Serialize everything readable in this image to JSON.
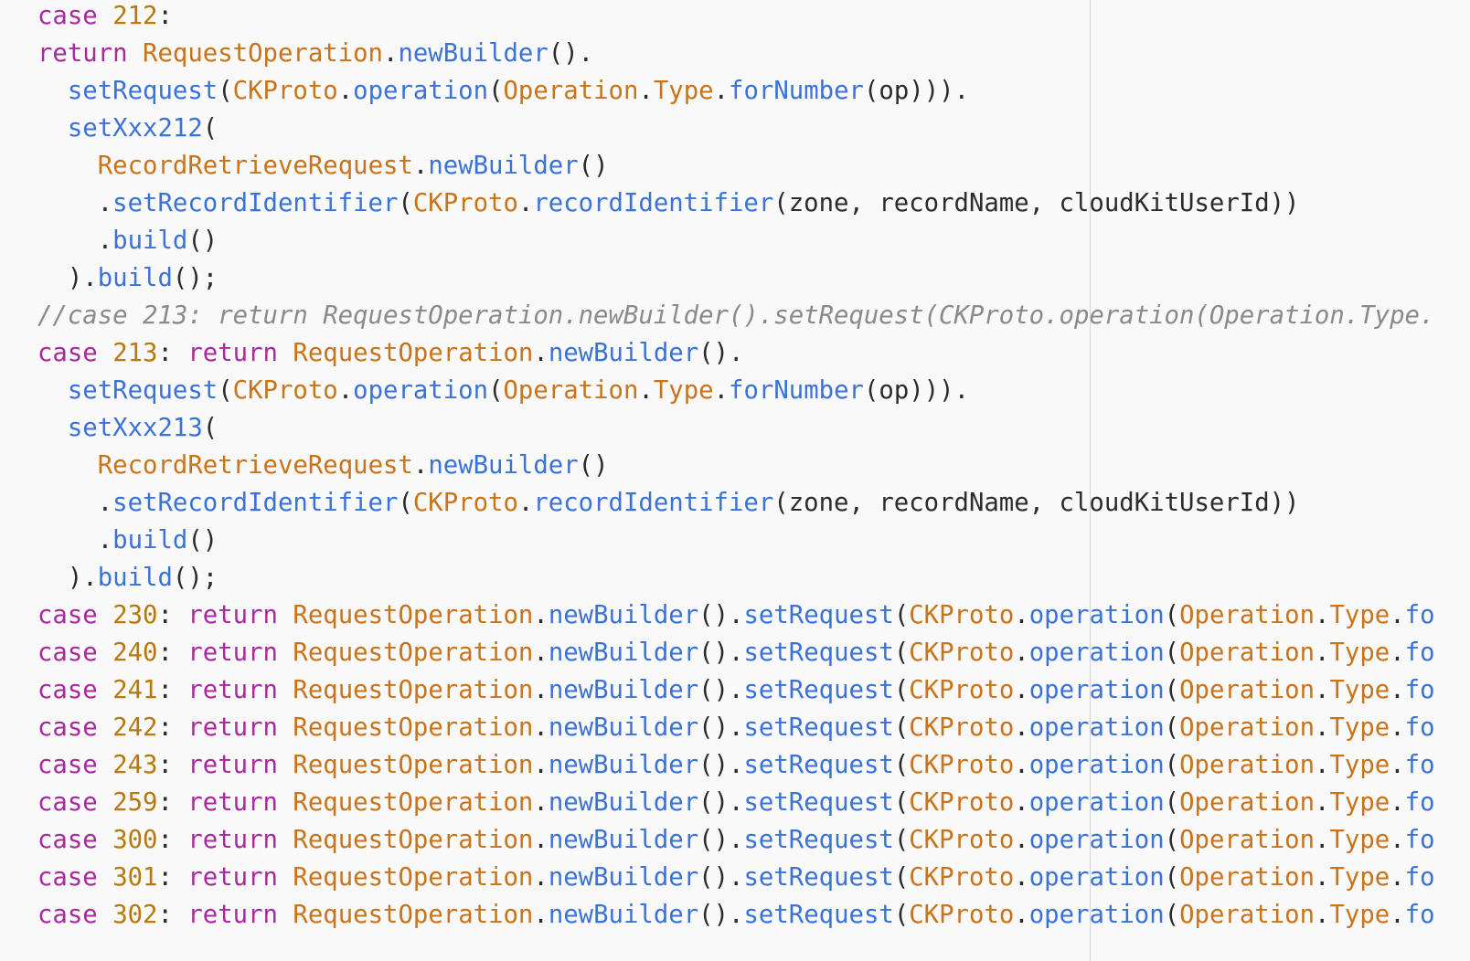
{
  "editor": {
    "colors": {
      "background": "#f9f9f9",
      "keyword": "#a82a9e",
      "number": "#b8780a",
      "type": "#c9731a",
      "method": "#3a72d8",
      "plain": "#2b2b2b",
      "comment": "#8a8a8a",
      "margin_guide": "#d4d4d4"
    },
    "lines": [
      [
        [
          "kw",
          "case"
        ],
        [
          "pn",
          " "
        ],
        [
          "num",
          "212"
        ],
        [
          "pn",
          ":"
        ]
      ],
      [
        [
          "kw",
          "return"
        ],
        [
          "pn",
          " "
        ],
        [
          "cls",
          "RequestOperation"
        ],
        [
          "pn",
          "."
        ],
        [
          "mth",
          "newBuilder"
        ],
        [
          "pn",
          "()."
        ]
      ],
      [
        [
          "pn",
          "  "
        ],
        [
          "mth",
          "setRequest"
        ],
        [
          "pn",
          "("
        ],
        [
          "cls",
          "CKProto"
        ],
        [
          "pn",
          "."
        ],
        [
          "mth",
          "operation"
        ],
        [
          "pn",
          "("
        ],
        [
          "cls",
          "Operation"
        ],
        [
          "pn",
          "."
        ],
        [
          "cls",
          "Type"
        ],
        [
          "pn",
          "."
        ],
        [
          "mth",
          "forNumber"
        ],
        [
          "pn",
          "(op)))."
        ]
      ],
      [
        [
          "pn",
          "  "
        ],
        [
          "mth",
          "setXxx212"
        ],
        [
          "pn",
          "("
        ]
      ],
      [
        [
          "pn",
          "    "
        ],
        [
          "cls",
          "RecordRetrieveRequest"
        ],
        [
          "pn",
          "."
        ],
        [
          "mth",
          "newBuilder"
        ],
        [
          "pn",
          "()"
        ]
      ],
      [
        [
          "pn",
          "    ."
        ],
        [
          "mth",
          "setRecordIdentifier"
        ],
        [
          "pn",
          "("
        ],
        [
          "cls",
          "CKProto"
        ],
        [
          "pn",
          "."
        ],
        [
          "mth",
          "recordIdentifier"
        ],
        [
          "pn",
          "(zone, recordName, cloudKitUserId))"
        ]
      ],
      [
        [
          "pn",
          "    ."
        ],
        [
          "mth",
          "build"
        ],
        [
          "pn",
          "()"
        ]
      ],
      [
        [
          "pn",
          "  )."
        ],
        [
          "mth",
          "build"
        ],
        [
          "pn",
          "();"
        ]
      ],
      [
        [
          "cm",
          "//case 213: return RequestOperation.newBuilder().setRequest(CKProto.operation(Operation.Type."
        ]
      ],
      [
        [
          "kw",
          "case"
        ],
        [
          "pn",
          " "
        ],
        [
          "num",
          "213"
        ],
        [
          "pn",
          ": "
        ],
        [
          "kw",
          "return"
        ],
        [
          "pn",
          " "
        ],
        [
          "cls",
          "RequestOperation"
        ],
        [
          "pn",
          "."
        ],
        [
          "mth",
          "newBuilder"
        ],
        [
          "pn",
          "()."
        ]
      ],
      [
        [
          "pn",
          "  "
        ],
        [
          "mth",
          "setRequest"
        ],
        [
          "pn",
          "("
        ],
        [
          "cls",
          "CKProto"
        ],
        [
          "pn",
          "."
        ],
        [
          "mth",
          "operation"
        ],
        [
          "pn",
          "("
        ],
        [
          "cls",
          "Operation"
        ],
        [
          "pn",
          "."
        ],
        [
          "cls",
          "Type"
        ],
        [
          "pn",
          "."
        ],
        [
          "mth",
          "forNumber"
        ],
        [
          "pn",
          "(op)))."
        ]
      ],
      [
        [
          "pn",
          "  "
        ],
        [
          "mth",
          "setXxx213"
        ],
        [
          "pn",
          "("
        ]
      ],
      [
        [
          "pn",
          "    "
        ],
        [
          "cls",
          "RecordRetrieveRequest"
        ],
        [
          "pn",
          "."
        ],
        [
          "mth",
          "newBuilder"
        ],
        [
          "pn",
          "()"
        ]
      ],
      [
        [
          "pn",
          "    ."
        ],
        [
          "mth",
          "setRecordIdentifier"
        ],
        [
          "pn",
          "("
        ],
        [
          "cls",
          "CKProto"
        ],
        [
          "pn",
          "."
        ],
        [
          "mth",
          "recordIdentifier"
        ],
        [
          "pn",
          "(zone, recordName, cloudKitUserId))"
        ]
      ],
      [
        [
          "pn",
          "    ."
        ],
        [
          "mth",
          "build"
        ],
        [
          "pn",
          "()"
        ]
      ],
      [
        [
          "pn",
          "  )."
        ],
        [
          "mth",
          "build"
        ],
        [
          "pn",
          "();"
        ]
      ],
      [
        [
          "kw",
          "case"
        ],
        [
          "pn",
          " "
        ],
        [
          "num",
          "230"
        ],
        [
          "pn",
          ": "
        ],
        [
          "kw",
          "return"
        ],
        [
          "pn",
          " "
        ],
        [
          "cls",
          "RequestOperation"
        ],
        [
          "pn",
          "."
        ],
        [
          "mth",
          "newBuilder"
        ],
        [
          "pn",
          "()."
        ],
        [
          "mth",
          "setRequest"
        ],
        [
          "pn",
          "("
        ],
        [
          "cls",
          "CKProto"
        ],
        [
          "pn",
          "."
        ],
        [
          "mth",
          "operation"
        ],
        [
          "pn",
          "("
        ],
        [
          "cls",
          "Operation"
        ],
        [
          "pn",
          "."
        ],
        [
          "cls",
          "Type"
        ],
        [
          "pn",
          "."
        ],
        [
          "mth",
          "fo"
        ]
      ],
      [
        [
          "kw",
          "case"
        ],
        [
          "pn",
          " "
        ],
        [
          "num",
          "240"
        ],
        [
          "pn",
          ": "
        ],
        [
          "kw",
          "return"
        ],
        [
          "pn",
          " "
        ],
        [
          "cls",
          "RequestOperation"
        ],
        [
          "pn",
          "."
        ],
        [
          "mth",
          "newBuilder"
        ],
        [
          "pn",
          "()."
        ],
        [
          "mth",
          "setRequest"
        ],
        [
          "pn",
          "("
        ],
        [
          "cls",
          "CKProto"
        ],
        [
          "pn",
          "."
        ],
        [
          "mth",
          "operation"
        ],
        [
          "pn",
          "("
        ],
        [
          "cls",
          "Operation"
        ],
        [
          "pn",
          "."
        ],
        [
          "cls",
          "Type"
        ],
        [
          "pn",
          "."
        ],
        [
          "mth",
          "fo"
        ]
      ],
      [
        [
          "kw",
          "case"
        ],
        [
          "pn",
          " "
        ],
        [
          "num",
          "241"
        ],
        [
          "pn",
          ": "
        ],
        [
          "kw",
          "return"
        ],
        [
          "pn",
          " "
        ],
        [
          "cls",
          "RequestOperation"
        ],
        [
          "pn",
          "."
        ],
        [
          "mth",
          "newBuilder"
        ],
        [
          "pn",
          "()."
        ],
        [
          "mth",
          "setRequest"
        ],
        [
          "pn",
          "("
        ],
        [
          "cls",
          "CKProto"
        ],
        [
          "pn",
          "."
        ],
        [
          "mth",
          "operation"
        ],
        [
          "pn",
          "("
        ],
        [
          "cls",
          "Operation"
        ],
        [
          "pn",
          "."
        ],
        [
          "cls",
          "Type"
        ],
        [
          "pn",
          "."
        ],
        [
          "mth",
          "fo"
        ]
      ],
      [
        [
          "kw",
          "case"
        ],
        [
          "pn",
          " "
        ],
        [
          "num",
          "242"
        ],
        [
          "pn",
          ": "
        ],
        [
          "kw",
          "return"
        ],
        [
          "pn",
          " "
        ],
        [
          "cls",
          "RequestOperation"
        ],
        [
          "pn",
          "."
        ],
        [
          "mth",
          "newBuilder"
        ],
        [
          "pn",
          "()."
        ],
        [
          "mth",
          "setRequest"
        ],
        [
          "pn",
          "("
        ],
        [
          "cls",
          "CKProto"
        ],
        [
          "pn",
          "."
        ],
        [
          "mth",
          "operation"
        ],
        [
          "pn",
          "("
        ],
        [
          "cls",
          "Operation"
        ],
        [
          "pn",
          "."
        ],
        [
          "cls",
          "Type"
        ],
        [
          "pn",
          "."
        ],
        [
          "mth",
          "fo"
        ]
      ],
      [
        [
          "kw",
          "case"
        ],
        [
          "pn",
          " "
        ],
        [
          "num",
          "243"
        ],
        [
          "pn",
          ": "
        ],
        [
          "kw",
          "return"
        ],
        [
          "pn",
          " "
        ],
        [
          "cls",
          "RequestOperation"
        ],
        [
          "pn",
          "."
        ],
        [
          "mth",
          "newBuilder"
        ],
        [
          "pn",
          "()."
        ],
        [
          "mth",
          "setRequest"
        ],
        [
          "pn",
          "("
        ],
        [
          "cls",
          "CKProto"
        ],
        [
          "pn",
          "."
        ],
        [
          "mth",
          "operation"
        ],
        [
          "pn",
          "("
        ],
        [
          "cls",
          "Operation"
        ],
        [
          "pn",
          "."
        ],
        [
          "cls",
          "Type"
        ],
        [
          "pn",
          "."
        ],
        [
          "mth",
          "fo"
        ]
      ],
      [
        [
          "kw",
          "case"
        ],
        [
          "pn",
          " "
        ],
        [
          "num",
          "259"
        ],
        [
          "pn",
          ": "
        ],
        [
          "kw",
          "return"
        ],
        [
          "pn",
          " "
        ],
        [
          "cls",
          "RequestOperation"
        ],
        [
          "pn",
          "."
        ],
        [
          "mth",
          "newBuilder"
        ],
        [
          "pn",
          "()."
        ],
        [
          "mth",
          "setRequest"
        ],
        [
          "pn",
          "("
        ],
        [
          "cls",
          "CKProto"
        ],
        [
          "pn",
          "."
        ],
        [
          "mth",
          "operation"
        ],
        [
          "pn",
          "("
        ],
        [
          "cls",
          "Operation"
        ],
        [
          "pn",
          "."
        ],
        [
          "cls",
          "Type"
        ],
        [
          "pn",
          "."
        ],
        [
          "mth",
          "fo"
        ]
      ],
      [
        [
          "kw",
          "case"
        ],
        [
          "pn",
          " "
        ],
        [
          "num",
          "300"
        ],
        [
          "pn",
          ": "
        ],
        [
          "kw",
          "return"
        ],
        [
          "pn",
          " "
        ],
        [
          "cls",
          "RequestOperation"
        ],
        [
          "pn",
          "."
        ],
        [
          "mth",
          "newBuilder"
        ],
        [
          "pn",
          "()."
        ],
        [
          "mth",
          "setRequest"
        ],
        [
          "pn",
          "("
        ],
        [
          "cls",
          "CKProto"
        ],
        [
          "pn",
          "."
        ],
        [
          "mth",
          "operation"
        ],
        [
          "pn",
          "("
        ],
        [
          "cls",
          "Operation"
        ],
        [
          "pn",
          "."
        ],
        [
          "cls",
          "Type"
        ],
        [
          "pn",
          "."
        ],
        [
          "mth",
          "fo"
        ]
      ],
      [
        [
          "kw",
          "case"
        ],
        [
          "pn",
          " "
        ],
        [
          "num",
          "301"
        ],
        [
          "pn",
          ": "
        ],
        [
          "kw",
          "return"
        ],
        [
          "pn",
          " "
        ],
        [
          "cls",
          "RequestOperation"
        ],
        [
          "pn",
          "."
        ],
        [
          "mth",
          "newBuilder"
        ],
        [
          "pn",
          "()."
        ],
        [
          "mth",
          "setRequest"
        ],
        [
          "pn",
          "("
        ],
        [
          "cls",
          "CKProto"
        ],
        [
          "pn",
          "."
        ],
        [
          "mth",
          "operation"
        ],
        [
          "pn",
          "("
        ],
        [
          "cls",
          "Operation"
        ],
        [
          "pn",
          "."
        ],
        [
          "cls",
          "Type"
        ],
        [
          "pn",
          "."
        ],
        [
          "mth",
          "fo"
        ]
      ],
      [
        [
          "kw",
          "case"
        ],
        [
          "pn",
          " "
        ],
        [
          "num",
          "302"
        ],
        [
          "pn",
          ": "
        ],
        [
          "kw",
          "return"
        ],
        [
          "pn",
          " "
        ],
        [
          "cls",
          "RequestOperation"
        ],
        [
          "pn",
          "."
        ],
        [
          "mth",
          "newBuilder"
        ],
        [
          "pn",
          "()."
        ],
        [
          "mth",
          "setRequest"
        ],
        [
          "pn",
          "("
        ],
        [
          "cls",
          "CKProto"
        ],
        [
          "pn",
          "."
        ],
        [
          "mth",
          "operation"
        ],
        [
          "pn",
          "("
        ],
        [
          "cls",
          "Operation"
        ],
        [
          "pn",
          "."
        ],
        [
          "cls",
          "Type"
        ],
        [
          "pn",
          "."
        ],
        [
          "mth",
          "fo"
        ]
      ]
    ]
  }
}
